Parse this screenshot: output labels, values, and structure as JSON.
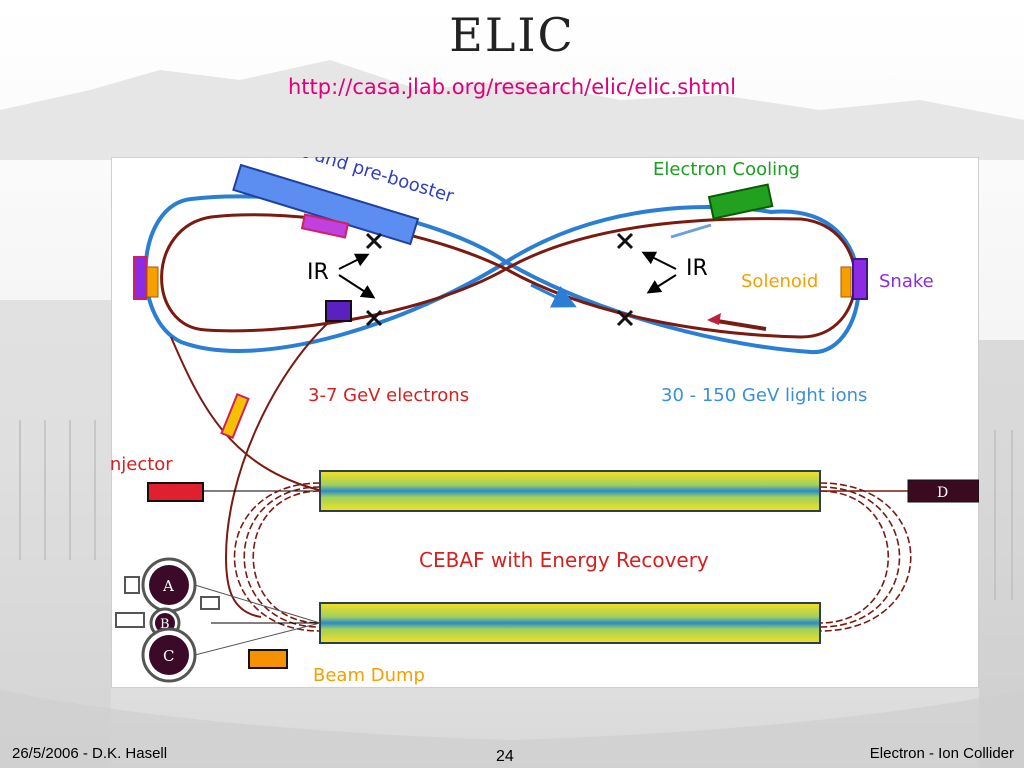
{
  "slide": {
    "title": "ELIC",
    "url": "http://casa.jlab.org/research/elic/elic.shtml",
    "footer_left": "26/5/2006 - D.K. Hasell",
    "page_number": "24",
    "footer_right": "Electron - Ion Collider"
  },
  "diagram": {
    "ion_linac": "Ion Linac and pre-booster",
    "electron_cooling": "Electron Cooling",
    "ir_left": "IR",
    "ir_right": "IR",
    "solenoid": "Solenoid",
    "snake": "Snake",
    "electrons": "3-7 GeV electrons",
    "light_ions": "30 - 150 GeV light ions",
    "electron_injector": "Electron Injector",
    "cebaf": "CEBAF with Energy Recovery",
    "beam_dump": "Beam Dump",
    "dump_d": "D",
    "hall_a": "A",
    "hall_b": "B",
    "hall_c": "C"
  },
  "colors": {
    "electron_ring": "#7a1a10",
    "ion_ring": "#2a7fd4",
    "red_label": "#d62020",
    "ion_label": "#3a8fd8",
    "orange_label": "#f5a000",
    "snake_label": "#8b2be2",
    "cooling_label": "#1aa020",
    "url": "#e0007a"
  }
}
